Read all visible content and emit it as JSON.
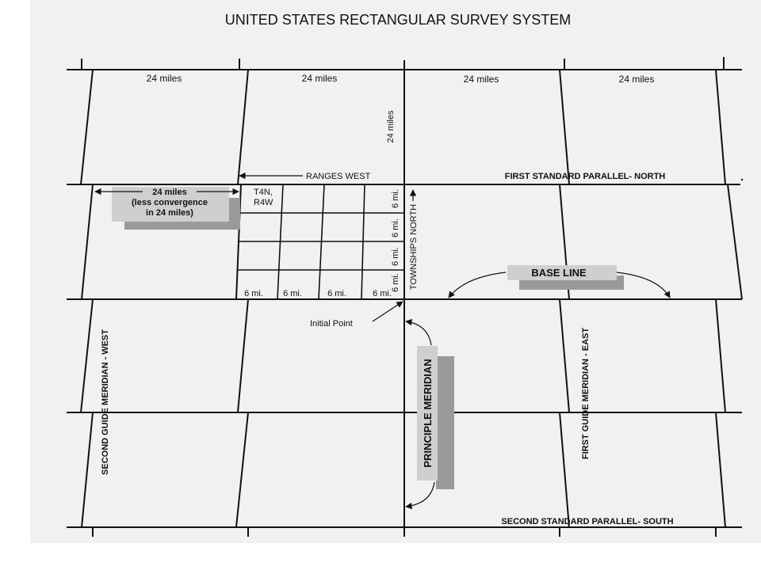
{
  "title": "UNITED STATES RECTANGULAR SURVEY SYSTEM",
  "top_row_widths": [
    "24 miles",
    "24 miles",
    "24 miles",
    "24 miles"
  ],
  "vertical_24": "24 miles",
  "ranges_west": "RANGES WEST",
  "first_standard_parallel": "FIRST STANDARD PARALLEL- NORTH",
  "convergence_note": {
    "line1": "24 miles",
    "line2": "(less convergence",
    "line3": "in 24 miles)"
  },
  "township_label": {
    "line1": "T4N,",
    "line2": "R4W"
  },
  "six_mi_horizontal": [
    "6 mi.",
    "6 mi.",
    "6 mi.",
    "6 mi."
  ],
  "six_mi_vertical": [
    "6 mi.",
    "6 mi.",
    "6 mi.",
    "6 mi."
  ],
  "townships_north": "TOWNSHIPS NORTH",
  "base_line": "BASE LINE",
  "initial_point": "Initial Point",
  "principle_meridian": "PRINCIPLE MERIDIAN",
  "first_guide_meridian_east": "FIRST GUIDE MERIDIAN - EAST",
  "second_guide_meridian_west": "SECOND GUIDE MERIDIAN - WEST",
  "second_standard_parallel": "SECOND STANDARD PARALLEL- SOUTH"
}
